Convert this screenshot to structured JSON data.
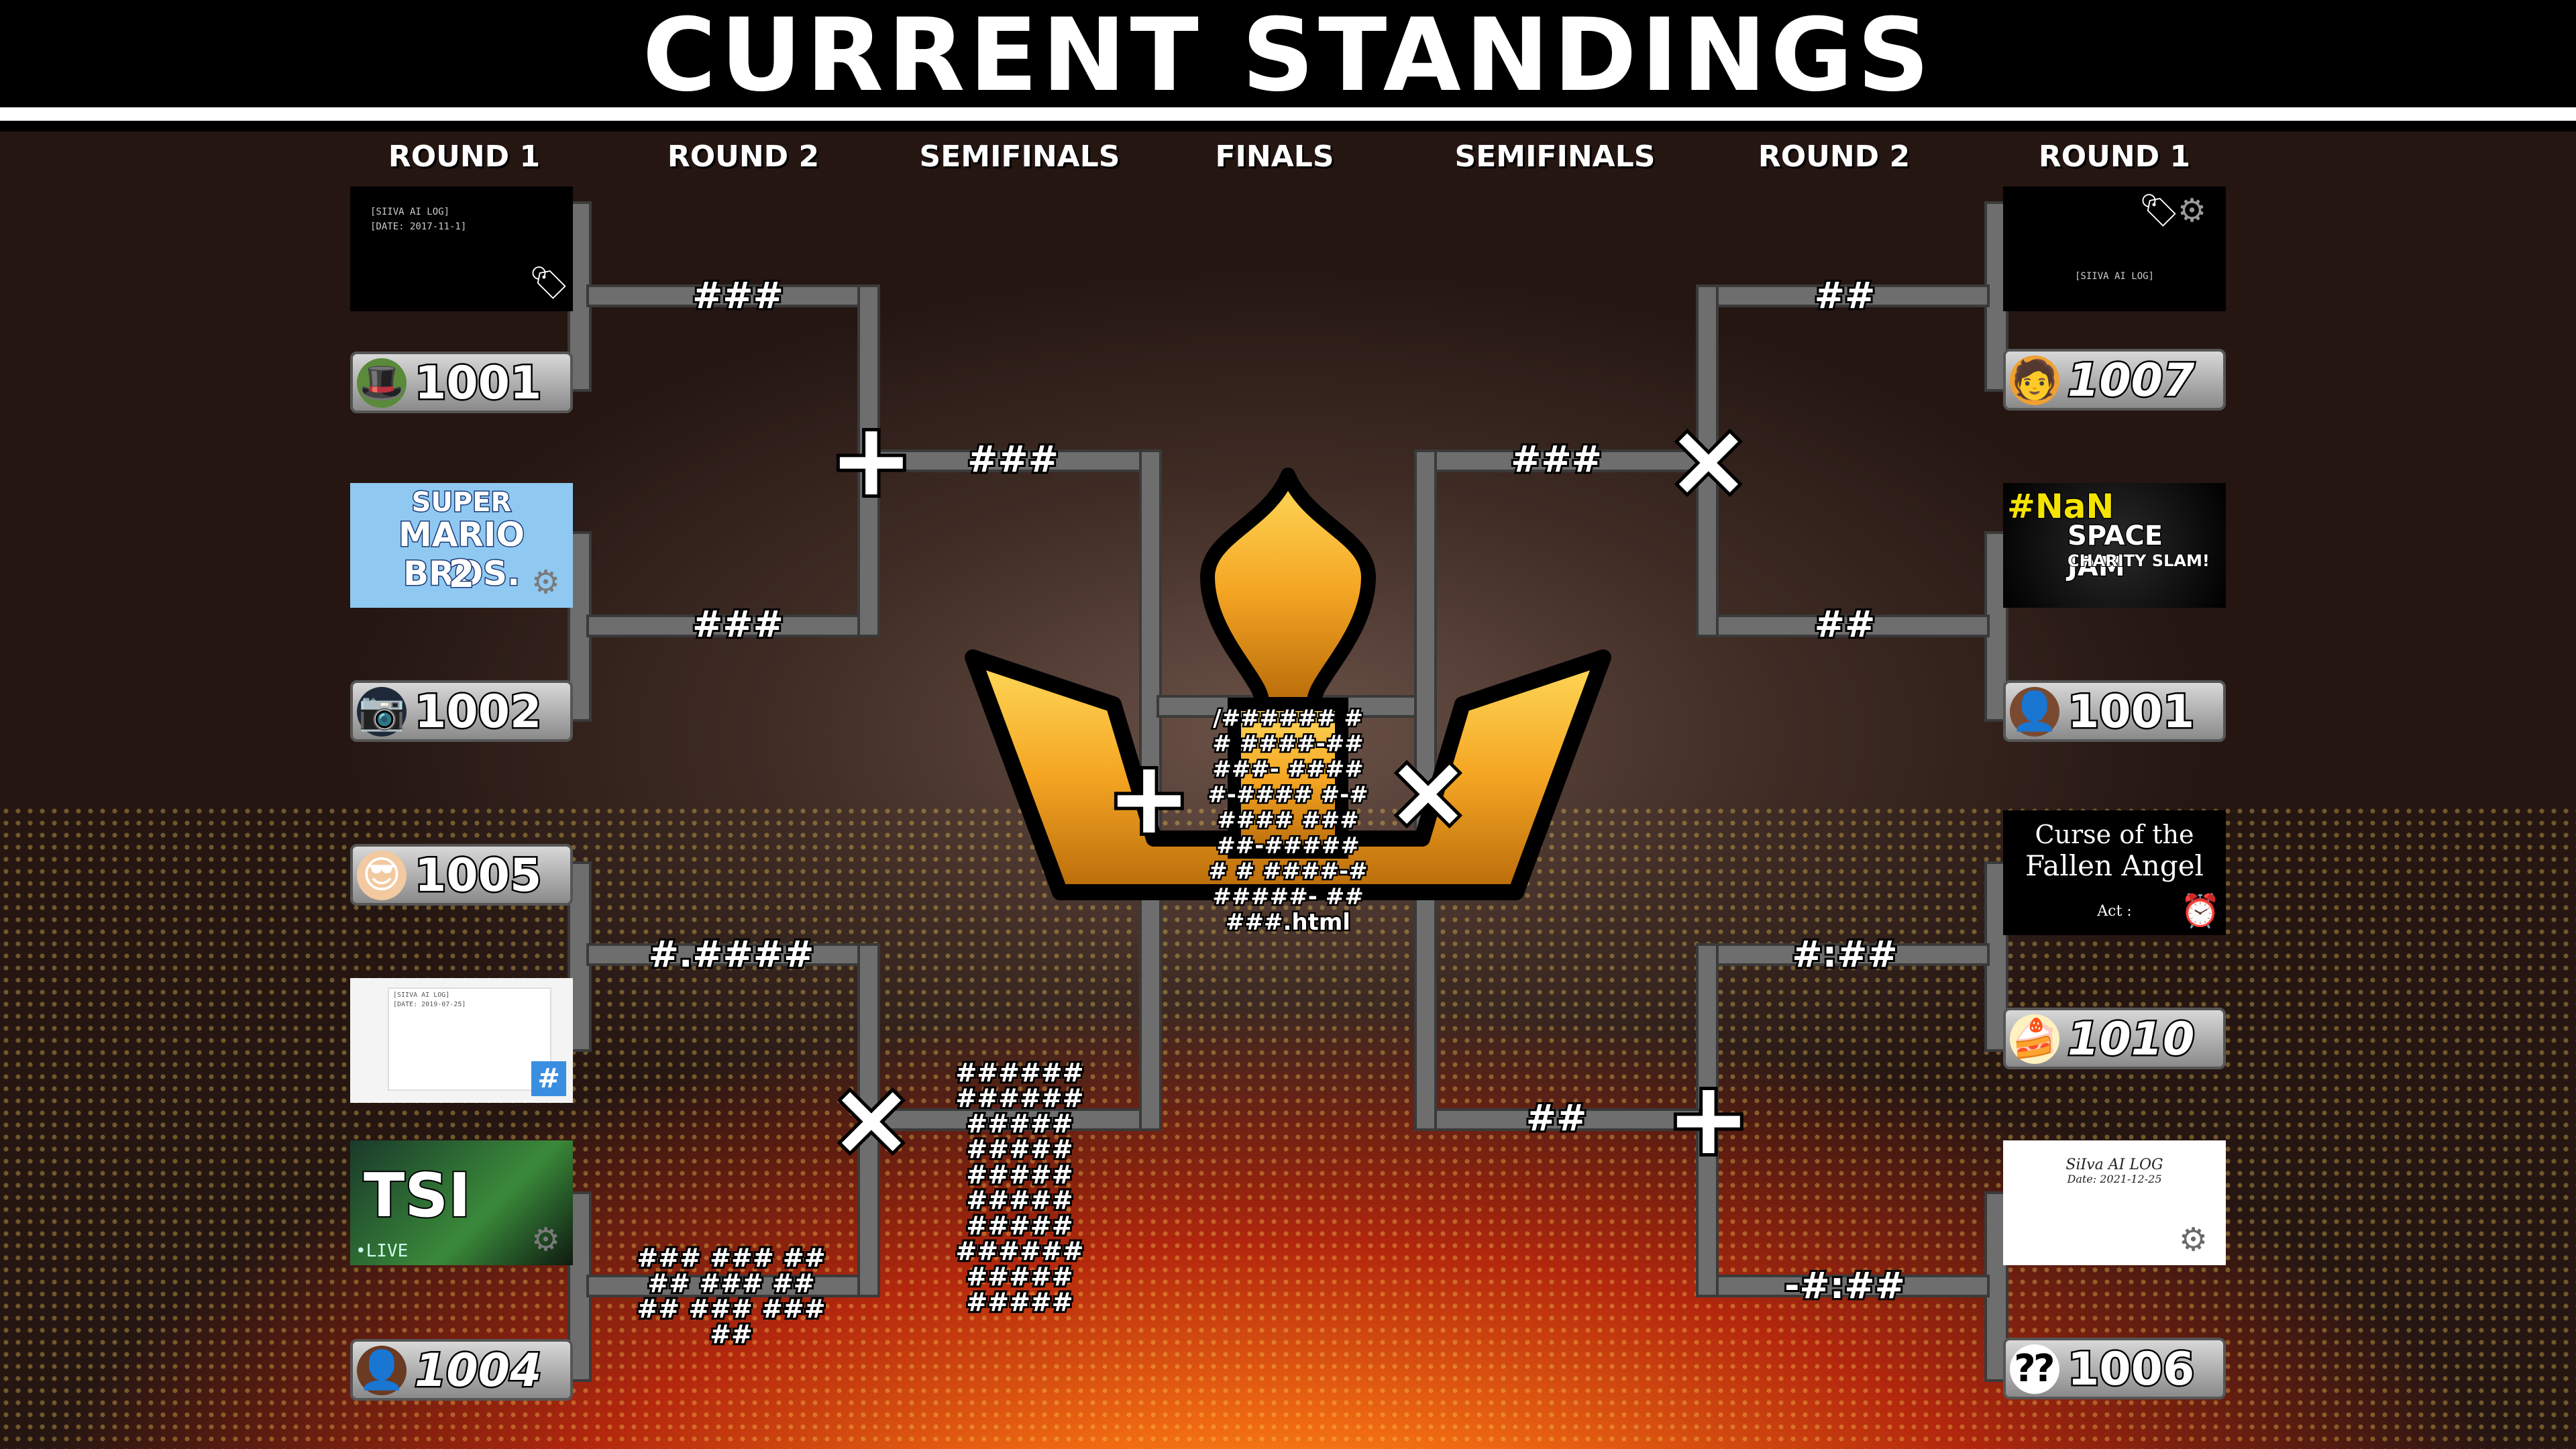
{
  "header": {
    "title": "CURRENT STANDINGS"
  },
  "rounds_left": [
    "ROUND 1",
    "ROUND 2",
    "SEMIFINALS"
  ],
  "finals_label": "FINALS",
  "rounds_right": [
    "SEMIFINALS",
    "ROUND 2",
    "ROUND 1"
  ],
  "left": {
    "thumbs": [
      {
        "line1": "[SIIVA AI LOG]",
        "line2": "[DATE: 2017-11-1]"
      },
      {
        "line1": "SUPER",
        "line2": "MARIO BROS.",
        "line3": "2"
      },
      {
        "line1": "[SIIVA AI LOG]",
        "line2": "[DATE: 2019-07-25]"
      },
      {
        "line1": "TSI",
        "line2": "•LIVE"
      }
    ],
    "players": [
      {
        "number": "1001",
        "avatar": "top-hat-avatar-icon"
      },
      {
        "number": "1002",
        "avatar": "camera-avatar-icon"
      },
      {
        "number": "1005",
        "avatar": "bald-sunglasses-avatar-icon"
      },
      {
        "number": "1004",
        "avatar": "person-avatar-icon"
      }
    ],
    "scores_r1": [
      "###",
      "###",
      "#.####",
      "### ### ## ## ### ## ## ### ### ##"
    ],
    "scores_r2": [
      "###",
      "###### ###### ##### ##### ##### ##### ##### ###### ##### #####"
    ]
  },
  "right": {
    "thumbs": [
      {
        "line1": "[SIIVA AI LOG]"
      },
      {
        "line1": "#NaN",
        "line2": "SPACE JAM",
        "line3": "CHARITY SLAM!"
      },
      {
        "line1": "Curse of the",
        "line2": "Fallen Angel",
        "line3": "Act :"
      },
      {
        "line1": "SiIva AI LOG",
        "line2": "Date: 2021-12-25"
      }
    ],
    "players": [
      {
        "number": "1007",
        "avatar": "headband-avatar-icon"
      },
      {
        "number": "1001",
        "avatar": "person-avatar-icon"
      },
      {
        "number": "1010",
        "avatar": "cake-avatar-icon"
      },
      {
        "number": "1006",
        "avatar": "question-marks-avatar-icon"
      }
    ],
    "scores_r1": [
      "##",
      "##",
      "#:##",
      "-#:##"
    ],
    "scores_r2": [
      "###",
      "##"
    ]
  },
  "center": {
    "text": "/###### ## ####-#####- #####-#### #-##### ### ##-###### # ####-######- #####.html"
  },
  "colors": {
    "accent": "#f5a623",
    "bracket_line": "#6e6e6e"
  }
}
